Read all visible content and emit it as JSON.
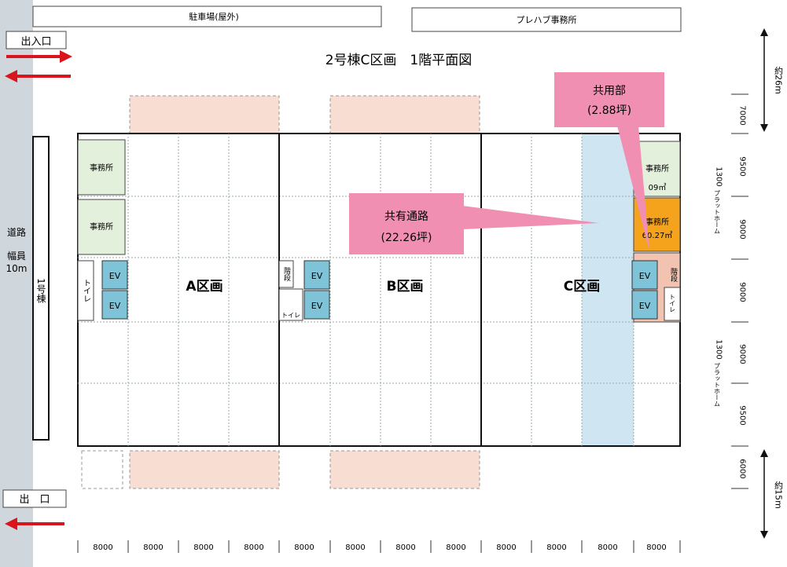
{
  "title": "2号棟C区画　1階平面図",
  "labels": {
    "parking": "駐車場(屋外)",
    "prefab_office": "プレハブ事務所",
    "entrance": "出入口",
    "exit": "出　口",
    "road": "道路",
    "road_width": "幅員",
    "road_width_value": "10m",
    "building1": "1号棟",
    "zone_a": "A区画",
    "zone_b": "B区画",
    "zone_c": "C区画",
    "office": "事務所",
    "toilet": "トイレ",
    "ev": "EV",
    "stairs": "階段",
    "platform": "プラットホーム",
    "area_c_office_1": "09㎡",
    "area_c_office_2": "60.27㎡",
    "approx_26m": "約26m",
    "approx_15m": "約15m"
  },
  "callouts": {
    "common": {
      "name": "共用部",
      "area": "(2.88坪)"
    },
    "passage": {
      "name": "共有通路",
      "area": "(22.26坪)"
    }
  },
  "dimensions": {
    "bottom": [
      "8000",
      "8000",
      "8000",
      "8000",
      "8000",
      "8000",
      "8000",
      "8000",
      "8000",
      "8000",
      "8000",
      "8000"
    ],
    "right": [
      "7000",
      "9500",
      "9000",
      "9000",
      "9000",
      "9500",
      "6000"
    ],
    "platform_width": [
      "1300",
      "1300"
    ]
  },
  "colors": {
    "arrow": "#d9141d",
    "passage": "#cfe6f2",
    "callout": "#f08fb2",
    "office_green": "#e3f0dc",
    "office_orange": "#f5a21c",
    "ev": "#7fc3d8",
    "parking_pink": "#f7ddd2"
  }
}
